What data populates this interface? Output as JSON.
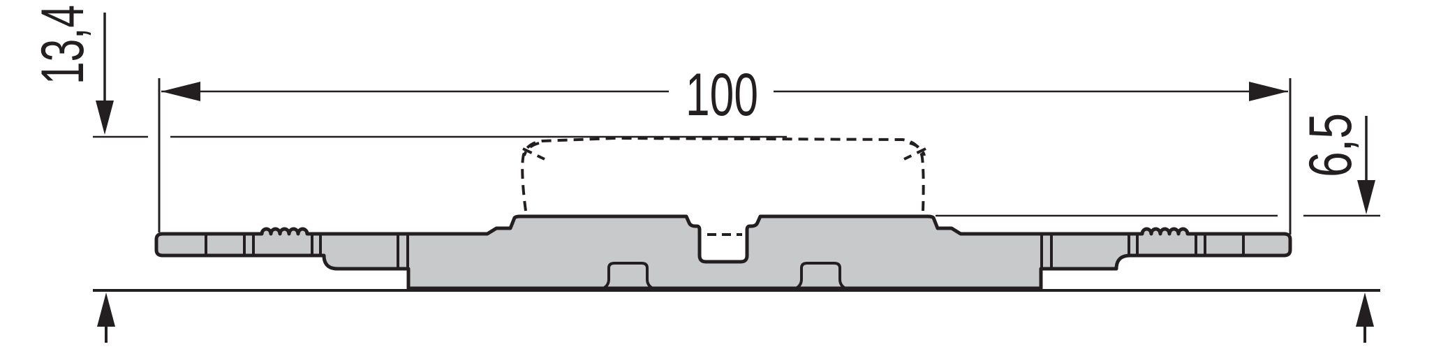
{
  "drawing": {
    "kind": "technical cross-section, DIN-rail mounting carrier with phantom module outline",
    "background_color": "#ffffff",
    "line_color": "#231f20",
    "profile_fill_color": "#c8c9cb",
    "dimensions": {
      "overall_width": {
        "value": "100",
        "orientation": "horizontal"
      },
      "total_height": {
        "value": "13,4",
        "orientation": "vertical-rotated"
      },
      "rail_height": {
        "value": "6,5",
        "orientation": "vertical-rotated"
      }
    },
    "line_styles": {
      "phantom_outline": "dashed",
      "profile_outline": "solid thick",
      "dimension_lines": "solid thin"
    }
  }
}
